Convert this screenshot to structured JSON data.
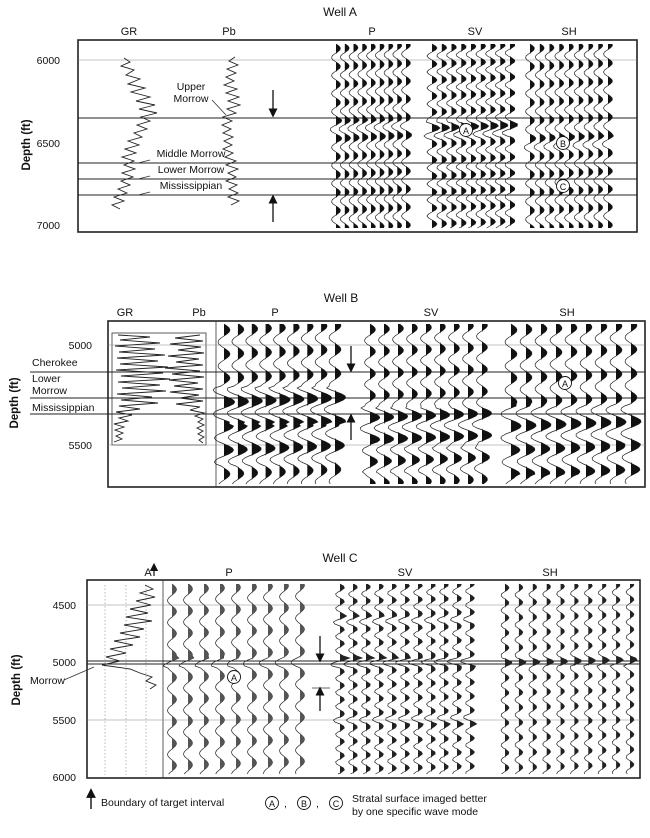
{
  "ylabel": "Depth (ft)",
  "wells": [
    {
      "title": "Well A",
      "log_labels": [
        "GR",
        "Pb"
      ],
      "modes": [
        "P",
        "SV",
        "SH"
      ],
      "depth_ticks": [
        "6000",
        "6500",
        "7000"
      ],
      "formations": [
        "Upper Morrow",
        "Middle Morrow",
        "Lower Morrow",
        "Mississippian"
      ],
      "markers": [
        "A",
        "B",
        "C"
      ]
    },
    {
      "title": "Well B",
      "log_labels": [
        "GR",
        "Pb"
      ],
      "modes": [
        "P",
        "SV",
        "SH"
      ],
      "depth_ticks": [
        "5000",
        "5500"
      ],
      "formations": [
        "Cherokee",
        "Lower Morrow",
        "Mississippian"
      ],
      "markers": [
        "A"
      ]
    },
    {
      "title": "Well C",
      "log_labels": [
        "A"
      ],
      "modes": [
        "P",
        "SV",
        "SH"
      ],
      "depth_ticks": [
        "4500",
        "5000",
        "5500",
        "6000"
      ],
      "formations": [
        "Morrow"
      ],
      "markers": [
        "A"
      ]
    }
  ],
  "legend": {
    "boundary": "Boundary of target interval",
    "markers": [
      "A",
      "B",
      "C"
    ],
    "stratal_line1": "Stratal surface imaged better",
    "stratal_line2": "by one specific wave mode"
  }
}
